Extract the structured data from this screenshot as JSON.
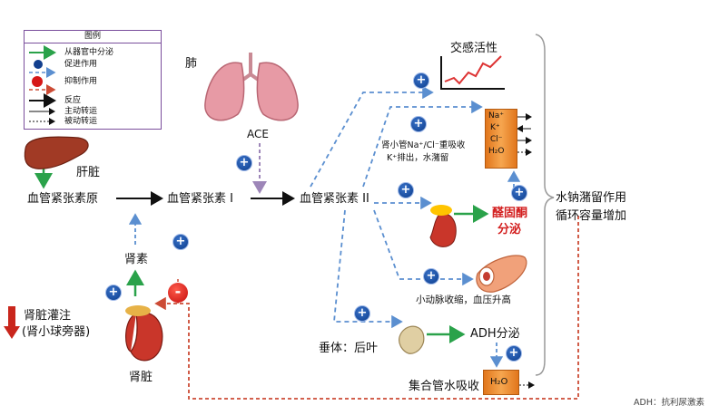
{
  "legend": {
    "title": "图例",
    "items": [
      {
        "label": "从器官中分泌",
        "icon": "green-arrow"
      },
      {
        "label": "促进作用",
        "icon": "blue-plus"
      },
      {
        "label": "抑制作用",
        "icon": "red-minus"
      },
      {
        "label": "反应",
        "icon": "black-arrow"
      },
      {
        "label": "主动转运",
        "icon": "thin-arrow"
      },
      {
        "label": "被动转运",
        "icon": "dotted-arrow"
      }
    ]
  },
  "organs": {
    "lung": "肺",
    "liver": "肝脏",
    "kidney": "肾脏",
    "ace": "ACE",
    "pituitary": "垂体：后叶"
  },
  "chain": {
    "angiotensinogen": "血管紧张素原",
    "ang1": "血管紧张素 I",
    "ang2": "血管紧张素 II",
    "renin": "肾素"
  },
  "perfusion": {
    "line1": "肾脏灌注",
    "line2": "(肾小球旁器)"
  },
  "effects": {
    "sympathetic": "交感活性",
    "tubule_line1": "肾小管Na⁺/Cl⁻重吸收",
    "tubule_line2": "K⁺排出，水潴留",
    "aldo_line1": "醛固酮",
    "aldo_line2": "分泌",
    "vessel": "小动脉收缩，血压升高",
    "adh": "ADH分泌",
    "collecting": "集合管水吸收",
    "summary_line1": "水钠潴留作用",
    "summary_line2": "循环容量增加"
  },
  "ions": [
    "Na⁺",
    "K⁺",
    "Cl⁻",
    "H₂O"
  ],
  "water_label": "H₂O",
  "symbols": {
    "plus": "+",
    "minus": "-"
  },
  "footnote": "ADH：抗利尿激素",
  "colors": {
    "legend_border": "#7a4e9c",
    "dashed_blue": "#5b8fd0",
    "dashed_red": "#cc4b35",
    "green": "#2aa24a",
    "aldosterone": "#d31f1f",
    "tubule_orange": "#ee8a2a"
  }
}
